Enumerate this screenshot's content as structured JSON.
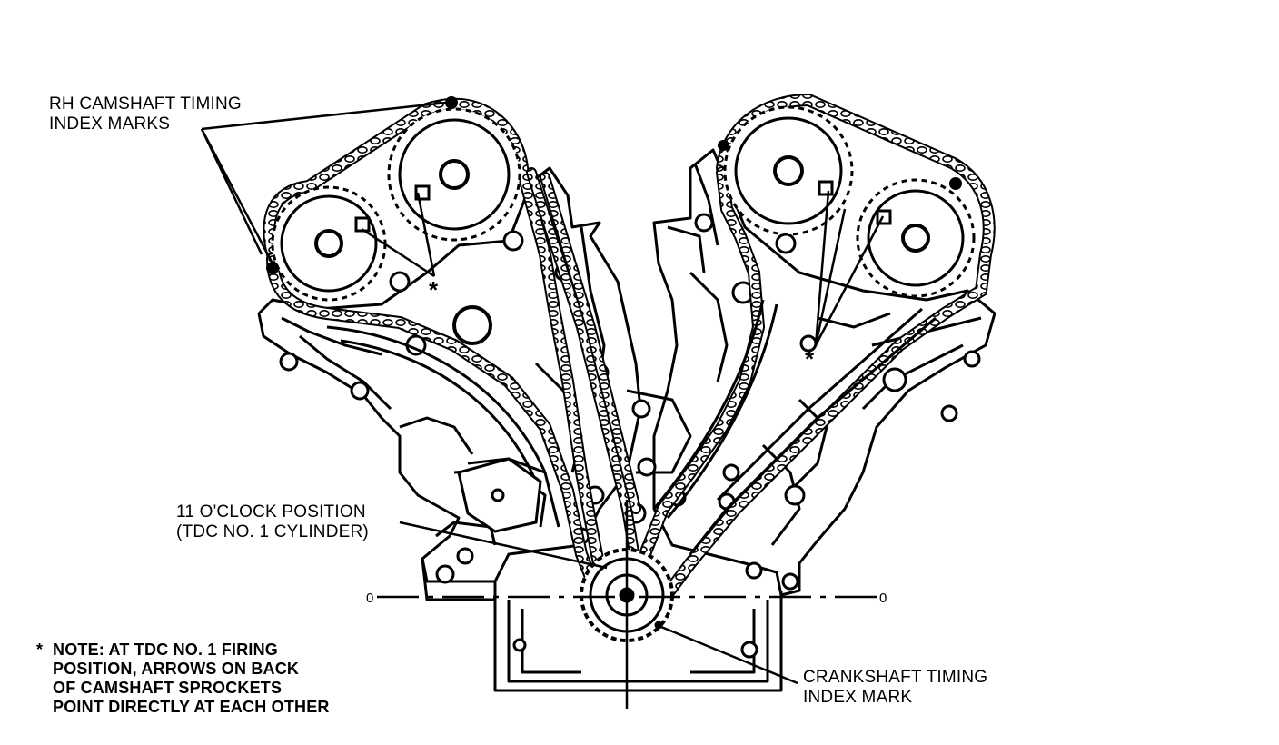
{
  "labels": {
    "rh_camshaft": {
      "line1": "RH CAMSHAFT TIMING",
      "line2": "INDEX MARKS"
    },
    "oclock": {
      "line1": "11 O'CLOCK POSITION",
      "line2": "(TDC NO. 1 CYLINDER)"
    },
    "crankshaft": {
      "line1": "CRANKSHAFT TIMING",
      "line2": "INDEX MARK"
    },
    "note": {
      "star": "*",
      "line1": "NOTE: AT TDC NO. 1 FIRING",
      "line2": "POSITION, ARROWS ON BACK",
      "line3": "OF CAMSHAFT SPROCKETS",
      "line4": "POINT DIRECTLY AT EACH OTHER"
    },
    "marker_left": "0",
    "marker_right": "0",
    "asterisk_left": "*",
    "asterisk_right": "*"
  }
}
